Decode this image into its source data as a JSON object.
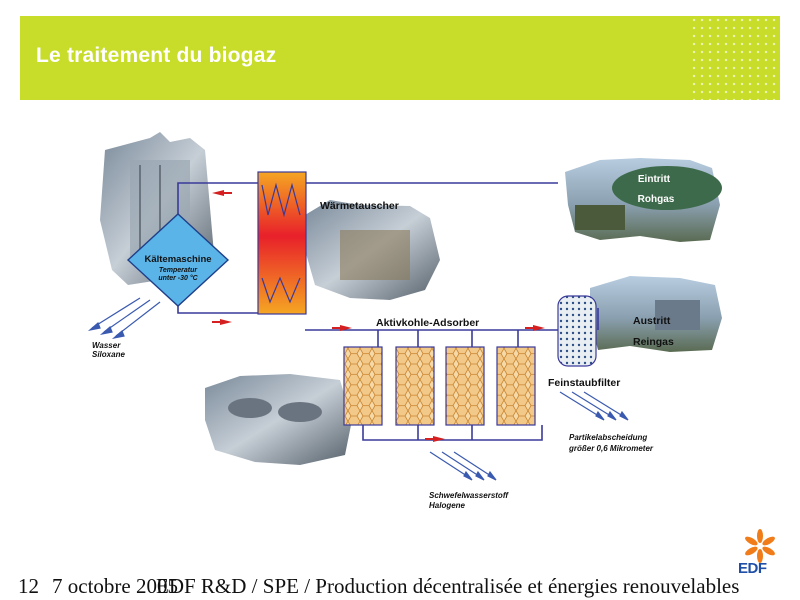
{
  "slide": {
    "title": "Le traitement du biogaz"
  },
  "diagram": {
    "labels": {
      "kaeltemaschine": "Kältemaschine",
      "temp_line1": "Temperatur",
      "temp_line2": "unter -30 °C",
      "waermetauscher": "Wärmetauscher",
      "eintritt": "Eintritt",
      "rohgas": "Rohgas",
      "adsorber": "Aktivkohle-Adsorber",
      "austritt": "Austritt",
      "reingas": "Reingas",
      "feinstaub": "Feinstaubfilter",
      "wasser": "Wasser",
      "siloxane": "Siloxane",
      "partikel1": "Partikelabscheidung",
      "partikel2": "größer 0,6 Mikrometer",
      "schwefel": "Schwefelwasserstoff",
      "halogene": "Halogene"
    }
  },
  "footer": {
    "page_number": "12",
    "date": "7 octobre 2005",
    "org": "EDF R&D / SPE / Production décentralisée et énergies renouvelables"
  },
  "logo": {
    "text": "EDF",
    "color": "#f07d1a"
  }
}
